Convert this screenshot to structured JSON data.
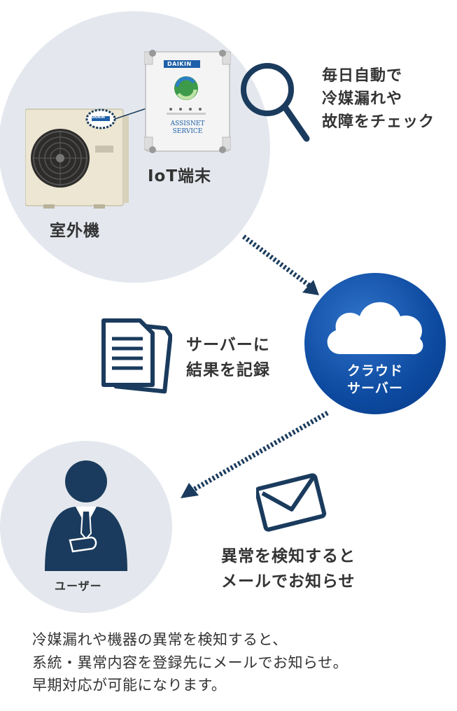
{
  "outdoor_unit": {
    "label": "室外機",
    "brand": "DAIKIN"
  },
  "iot_device": {
    "label": "IoT端末",
    "brand": "DAIKIN",
    "service_name_line1": "ASSISNET",
    "service_name_line2": "SERVICE"
  },
  "check_text": {
    "line1": "毎日自動で",
    "line2": "冷媒漏れや",
    "line3": "故障をチェック"
  },
  "record_text": {
    "line1": "サーバーに",
    "line2": "結果を記録"
  },
  "cloud": {
    "line1": "クラウド",
    "line2": "サーバー"
  },
  "user": {
    "label": "ユーザー"
  },
  "notify_text": {
    "line1": "異常を検知すると",
    "line2": "メールでお知らせ"
  },
  "caption": {
    "line1": "冷媒漏れや機器の異常を検知すると、",
    "line2": "系統・異常内容を登録先にメールでお知らせ。",
    "line3": "早期対応が可能になります。"
  },
  "colors": {
    "navy": "#1a3b5d",
    "circle_bg": "#e4e8ee",
    "cloud_blue": "#0d4aa0",
    "text": "#333333"
  }
}
